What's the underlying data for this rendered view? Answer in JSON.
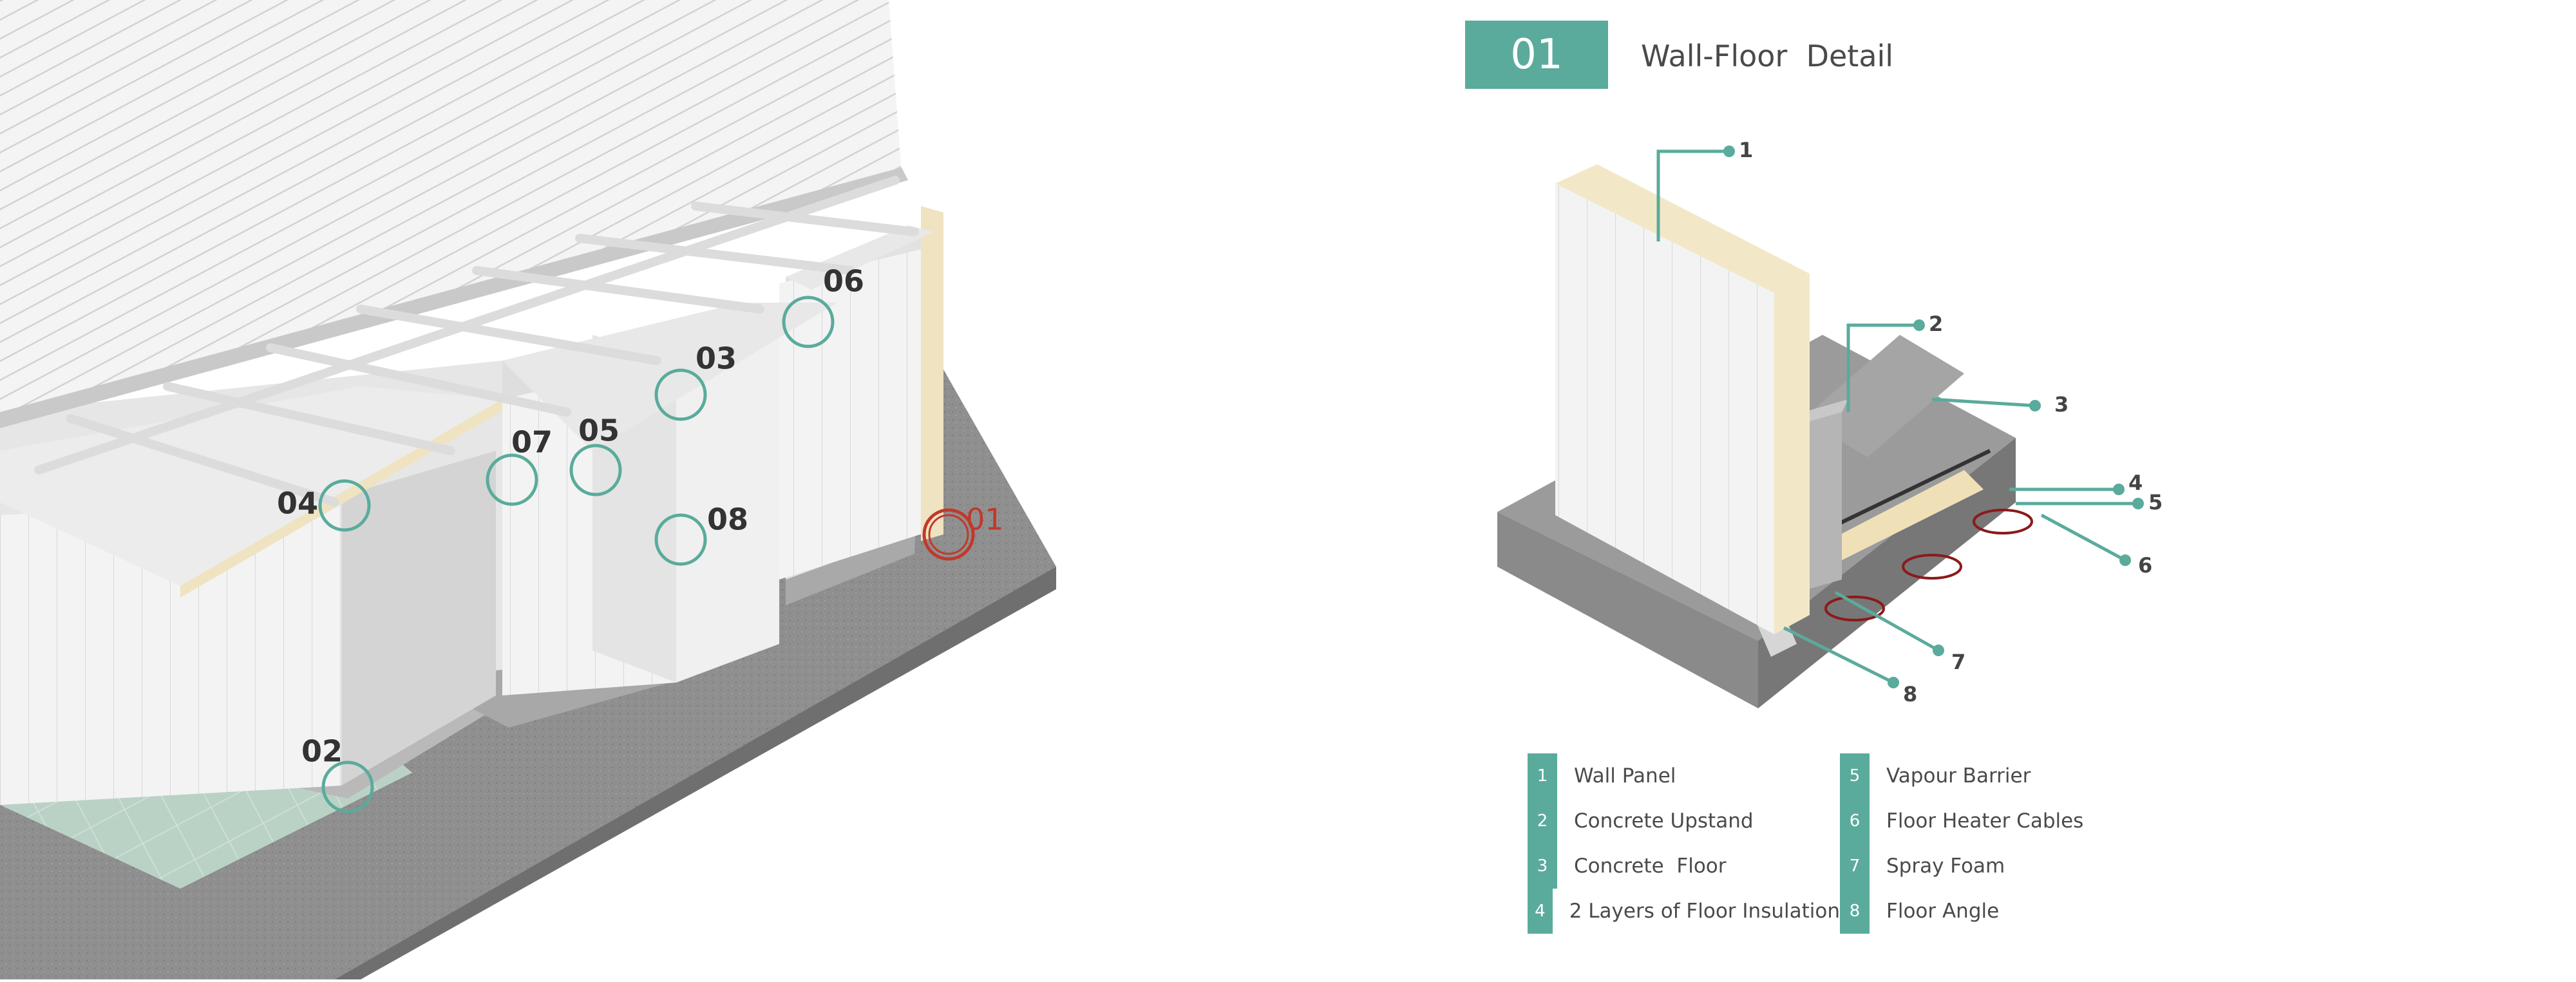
{
  "colors": {
    "accent": "#5aab9c",
    "callout_red": "#c0392b",
    "text": "#4a4a4a",
    "panel_core": "#f2e8c8",
    "concrete": "#8f8f8f"
  },
  "overview": {
    "callouts": [
      "01",
      "02",
      "03",
      "04",
      "05",
      "06",
      "07",
      "08"
    ],
    "highlighted_callout": "01"
  },
  "detail": {
    "number": "01",
    "title": "Wall-Floor  Detail",
    "pointer_numbers": [
      "1",
      "2",
      "3",
      "4",
      "5",
      "6",
      "7",
      "8"
    ]
  },
  "legend": [
    {
      "num": "1",
      "label": "Wall Panel"
    },
    {
      "num": "2",
      "label": "Concrete Upstand"
    },
    {
      "num": "3",
      "label": "Concrete  Floor"
    },
    {
      "num": "4",
      "label": "2 Layers of Floor Insulation"
    },
    {
      "num": "5",
      "label": "Vapour Barrier"
    },
    {
      "num": "6",
      "label": "Floor Heater Cables"
    },
    {
      "num": "7",
      "label": "Spray Foam"
    },
    {
      "num": "8",
      "label": "Floor Angle"
    }
  ]
}
